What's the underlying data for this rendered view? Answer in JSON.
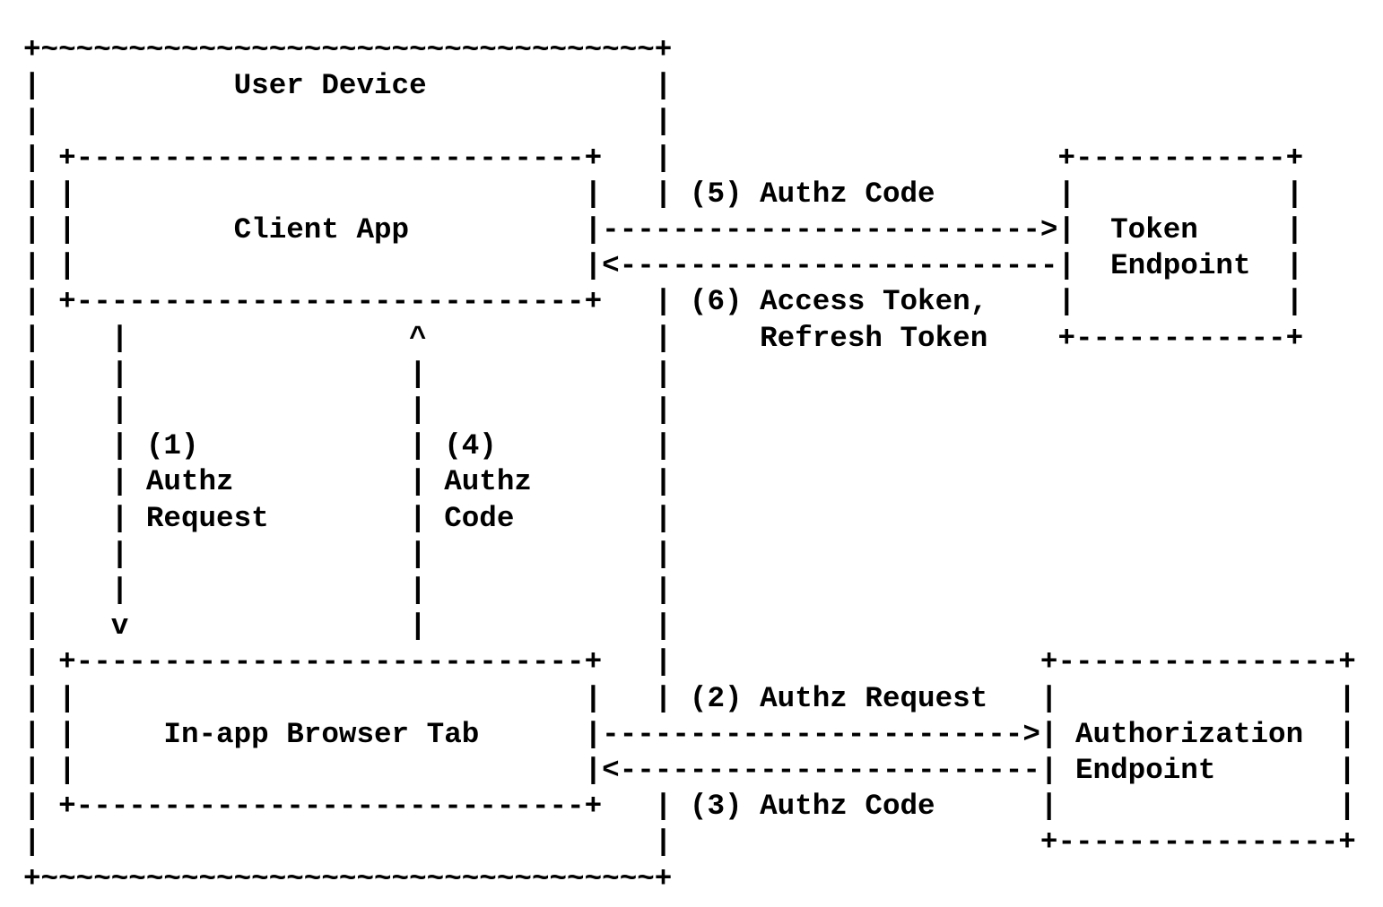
{
  "colors": {
    "background": "#ffffff",
    "ink": "#000000"
  },
  "diagram": {
    "lines": [
      "+~~~~~~~~~~~~~~~~~~~~~~~~~~~~~~~~~~~+",
      "|           User Device             |",
      "|                                   |",
      "| +-----------------------------+   |                      +------------+",
      "| |                             |   | (5) Authz Code       |            |",
      "| |         Client App          |------------------------->|  Token     |",
      "| |                             |<-------------------------|  Endpoint  |",
      "| +-----------------------------+   | (6) Access Token,    |            |",
      "|    |                ^             |     Refresh Token    +------------+",
      "|    |                |             |",
      "|    |                |             |",
      "|    | (1)            | (4)         |",
      "|    | Authz          | Authz       |",
      "|    | Request        | Code        |",
      "|    |                |             |",
      "|    |                |             |",
      "|    v                |             |",
      "| +-----------------------------+   |                     +----------------+",
      "| |                             |   | (2) Authz Request   |                |",
      "| |     In-app Browser Tab      |------------------------>| Authorization  |",
      "| |                             |<------------------------| Endpoint       |",
      "| +-----------------------------+   | (3) Authz Code      |                |",
      "|                                   |                     +----------------+",
      "+~~~~~~~~~~~~~~~~~~~~~~~~~~~~~~~~~~~+"
    ],
    "nodes": [
      {
        "name": "User Device"
      },
      {
        "name": "Client App"
      },
      {
        "name": "In-app Browser Tab"
      },
      {
        "name": "Token Endpoint"
      },
      {
        "name": "Authorization Endpoint"
      }
    ],
    "flows": [
      {
        "step": "(1)",
        "label": "Authz Request",
        "from": "Client App",
        "to": "In-app Browser Tab"
      },
      {
        "step": "(2)",
        "label": "Authz Request",
        "from": "In-app Browser Tab",
        "to": "Authorization Endpoint"
      },
      {
        "step": "(3)",
        "label": "Authz Code",
        "from": "Authorization Endpoint",
        "to": "In-app Browser Tab"
      },
      {
        "step": "(4)",
        "label": "Authz Code",
        "from": "In-app Browser Tab",
        "to": "Client App"
      },
      {
        "step": "(5)",
        "label": "Authz Code",
        "from": "Client App",
        "to": "Token Endpoint"
      },
      {
        "step": "(6)",
        "label": "Access Token, Refresh Token",
        "from": "Token Endpoint",
        "to": "Client App"
      }
    ]
  }
}
